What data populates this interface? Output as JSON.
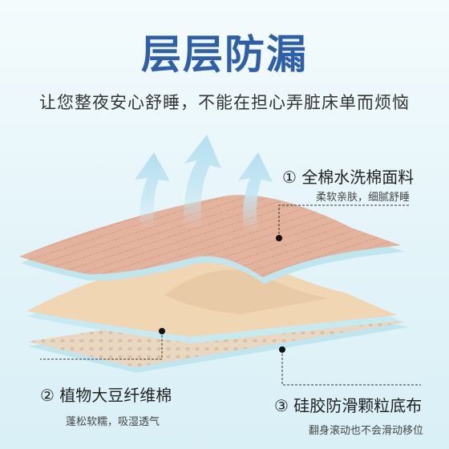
{
  "heading": {
    "title": "层层防漏",
    "subtitle": "让您整夜安心舒睡，不能在担心弄脏床单而烦恼"
  },
  "layers": [
    {
      "number": "①",
      "name": "全棉水洗棉面料",
      "description": "柔软亲肤，细腻舒睡"
    },
    {
      "number": "②",
      "name": "植物大豆纤维棉",
      "description": "蓬松软糯，吸湿透气"
    },
    {
      "number": "③",
      "name": "硅胶防滑颗粒底布",
      "description": "翻身滚动也不会滑动移位"
    }
  ],
  "colors": {
    "title": "#2f5fa6",
    "top_layer": "#e4b39e",
    "middle_layer": "#f1d6b4",
    "bottom_layer": "#ead7c1",
    "edge": "#a8dde8",
    "arrows": "#c3e6f1"
  },
  "icons": [
    "airflow-arrow-icon",
    "airflow-arrow-icon",
    "airflow-arrow-icon"
  ]
}
